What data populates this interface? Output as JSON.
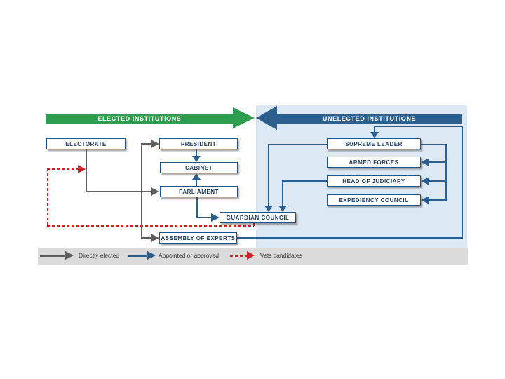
{
  "banners": {
    "elected": "ELECTED INSTITUTIONS",
    "unelected": "UNELECTED INSTITUTIONS"
  },
  "institutions": {
    "electorate": "ELECTORATE",
    "president": "PRESIDENT",
    "cabinet": "CABINET",
    "parliament": "PARLIAMENT",
    "supreme_leader": "SUPREME LEADER",
    "armed_forces": "ARMED FORCES",
    "head_of_judiciary": "HEAD OF JUDICIARY",
    "expediency_council": "EXPEDIENCY COUNCIL",
    "guardian_council": "GUARDIAN COUNCIL",
    "assembly_of_experts": "ASSEMBLY OF EXPERTS"
  },
  "legend": {
    "directly_elected": "Directly elected",
    "appointed_or_approved": "Appointed or approved",
    "vets_candidates": "Vets candidates"
  },
  "colors": {
    "elected_green": "#2f9d4f",
    "unelected_blue": "#2d5f8e",
    "panel_light_blue": "#dce8f4",
    "legend_strip_gray": "#dbdbdb",
    "directly_elected_gray": "#5f5f5f",
    "vets_candidates_red": "#d02028",
    "box_border": "#27527d",
    "box_text": "#1f3d5e"
  },
  "connections": [
    {
      "from": "ELECTORATE",
      "to": "PRESIDENT",
      "type": "Directly elected"
    },
    {
      "from": "ELECTORATE",
      "to": "PARLIAMENT",
      "type": "Directly elected"
    },
    {
      "from": "ELECTORATE",
      "to": "ASSEMBLY OF EXPERTS",
      "type": "Directly elected"
    },
    {
      "from": "PRESIDENT",
      "to": "CABINET",
      "type": "Appointed or approved"
    },
    {
      "from": "PARLIAMENT",
      "to": "CABINET",
      "type": "Appointed or approved"
    },
    {
      "from": "PARLIAMENT",
      "to": "GUARDIAN COUNCIL",
      "type": "Appointed or approved"
    },
    {
      "from": "SUPREME LEADER",
      "to": "GUARDIAN COUNCIL",
      "type": "Appointed or approved"
    },
    {
      "from": "HEAD OF JUDICIARY",
      "to": "GUARDIAN COUNCIL",
      "type": "Appointed or approved"
    },
    {
      "from": "SUPREME LEADER",
      "to": "ARMED FORCES",
      "type": "Appointed or approved"
    },
    {
      "from": "SUPREME LEADER",
      "to": "HEAD OF JUDICIARY",
      "type": "Appointed or approved"
    },
    {
      "from": "SUPREME LEADER",
      "to": "EXPEDIENCY COUNCIL",
      "type": "Appointed or approved"
    },
    {
      "from": "ASSEMBLY OF EXPERTS",
      "to": "SUPREME LEADER",
      "type": "Appointed or approved"
    },
    {
      "from": "GUARDIAN COUNCIL",
      "to": "ELECTORATE",
      "type": "Vets candidates"
    }
  ]
}
